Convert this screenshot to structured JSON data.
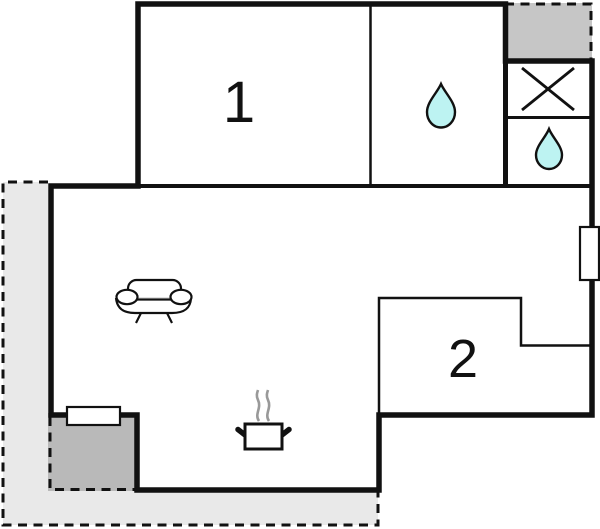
{
  "floorplan": {
    "type": "apartment-floor-plan",
    "rooms": [
      {
        "name": "bedroom-1",
        "label": "1"
      },
      {
        "name": "bedroom-2",
        "label": "2"
      }
    ],
    "symbols": [
      {
        "name": "water-drop-icon",
        "location": "bathroom"
      },
      {
        "name": "shower-cross-icon",
        "location": "shower-cabin"
      },
      {
        "name": "water-drop-icon",
        "location": "wc"
      },
      {
        "name": "sofa-icon",
        "location": "living-room"
      },
      {
        "name": "cooking-pot-icon",
        "location": "kitchen"
      },
      {
        "name": "window",
        "location": "right-wall"
      },
      {
        "name": "window",
        "location": "bottom-left-wall"
      }
    ],
    "colors": {
      "wall": "#111111",
      "terrace_fill": "#e9e9e9",
      "patio_fill": "#b9b9b9",
      "balcony_fill": "#c6c6c6",
      "water_fill": "#bdf3f2",
      "steam_stroke": "#999999",
      "window_fill": "#ffffff"
    }
  }
}
